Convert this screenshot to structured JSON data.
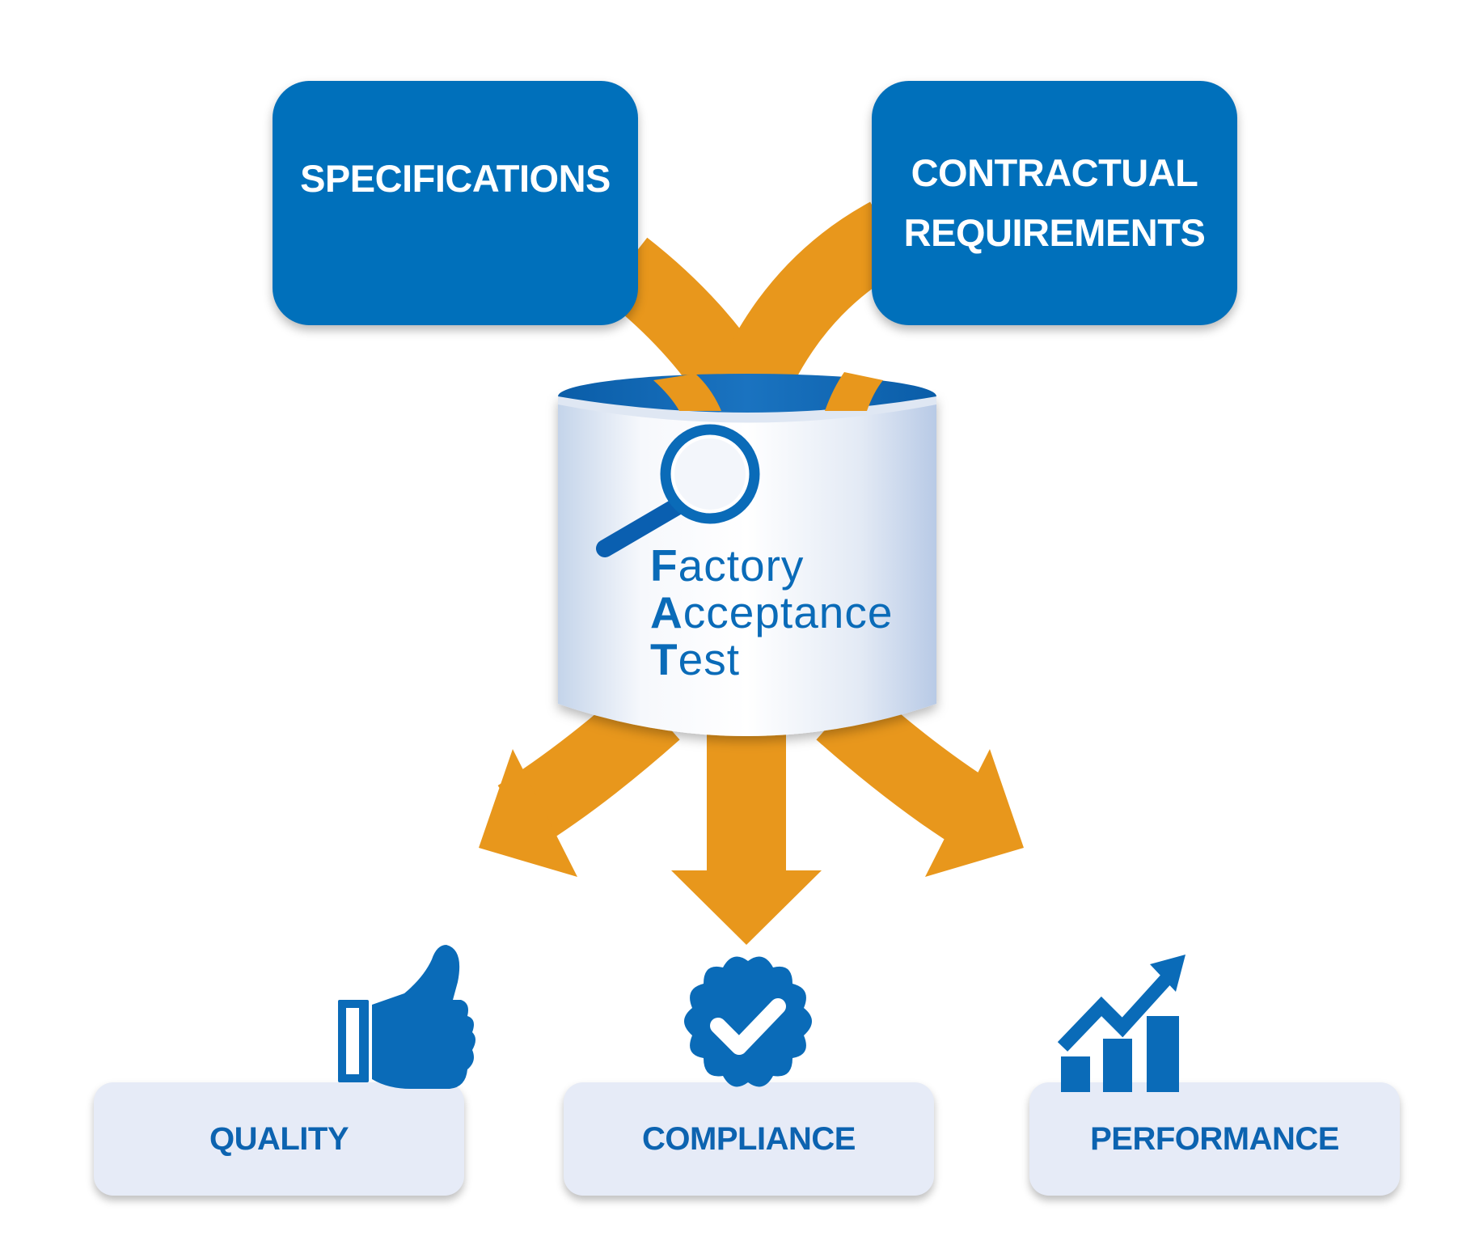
{
  "diagram": {
    "inputs": [
      {
        "label": "SPECIFICATIONS"
      },
      {
        "label_line1": "CONTRACTUAL",
        "label_line2": "REQUIREMENTS"
      }
    ],
    "center": {
      "line1_initial": "F",
      "line1_rest": "actory",
      "line2_initial": "A",
      "line2_rest": "cceptance",
      "line3_initial": "T",
      "line3_rest": "est",
      "icon": "magnifier-icon"
    },
    "outputs": [
      {
        "label": "QUALITY",
        "icon": "thumbs-up-icon"
      },
      {
        "label": "COMPLIANCE",
        "icon": "check-badge-icon"
      },
      {
        "label": "PERFORMANCE",
        "icon": "growth-chart-icon"
      }
    ]
  },
  "colors": {
    "primary_blue": "#0070bb",
    "arrow_orange": "#e8971c",
    "pale_box": "#e6ebf7",
    "text_blue": "#0c63b0"
  }
}
